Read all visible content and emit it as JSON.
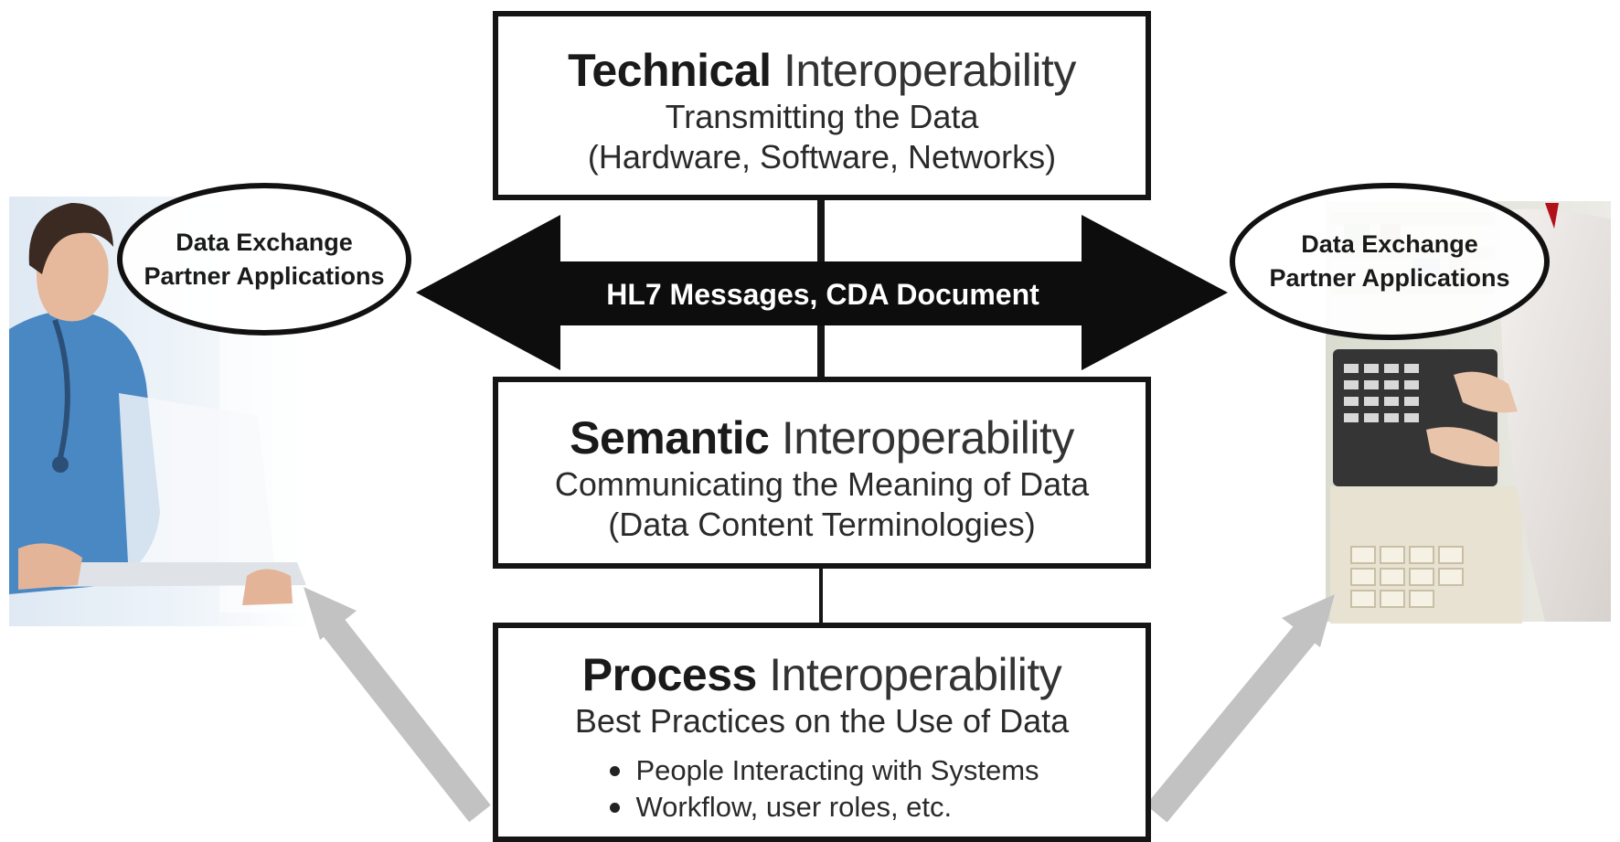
{
  "technical": {
    "title_strong": "Technical",
    "title_rest": "Interoperability",
    "line1": "Transmitting the Data",
    "line2": "(Hardware, Software, Networks)"
  },
  "semantic": {
    "title_strong": "Semantic",
    "title_rest": "Interoperability",
    "line1": "Communicating the Meaning of Data",
    "line2": "(Data Content Terminologies)"
  },
  "process": {
    "title_strong": "Process",
    "title_rest": "Interoperability",
    "line1": "Best Practices on the Use of Data",
    "bullets": [
      "People Interacting with Systems",
      "Workflow, user roles, etc."
    ]
  },
  "exchange_arrow_label": "HL7 Messages, CDA Document",
  "partner_left": {
    "line1": "Data Exchange",
    "line2": "Partner Applications"
  },
  "partner_right": {
    "line1": "Data Exchange",
    "line2": "Partner Applications"
  },
  "photo_left": "clinician-at-laptop",
  "photo_right": "pharmacist-at-keyboard",
  "colors": {
    "box_border": "#151515",
    "arrow_fill": "#0d0d0d",
    "up_arrow_fill": "#bfbfbf",
    "scrub_blue": "#4a88c4"
  }
}
